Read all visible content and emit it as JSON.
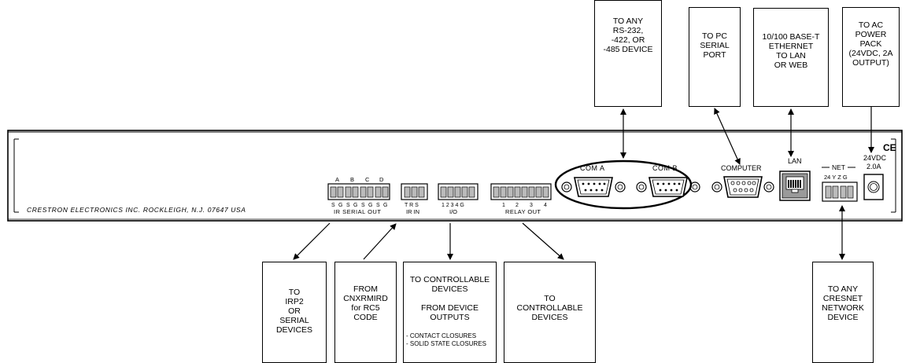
{
  "panel": {
    "manufacturer_label": "CRESTRON ELECTRONICS INC. ROCKLEIGH, N.J. 07647 USA",
    "ce_mark": "CE",
    "ir_serial_letters": [
      "A",
      "B",
      "C",
      "D"
    ],
    "ir_serial_pins": [
      "S",
      "G",
      "S",
      "G",
      "S",
      "G",
      "S",
      "G"
    ],
    "ir_serial_label": "IR SERIAL OUT",
    "ir_in_pins": "T R S",
    "ir_in_label": "IR IN",
    "io_pins": "1 2 3 4 G",
    "io_label": "I/O",
    "relay_pins": [
      "1",
      "2",
      "3",
      "4"
    ],
    "relay_label": "RELAY OUT",
    "com_a_label": "COM  A",
    "com_b_label": "COM  B",
    "computer_label": "COMPUTER",
    "lan_label": "LAN",
    "net_label": "NET",
    "net_pins": "24 Y Z G",
    "power_label_1": "24VDC",
    "power_label_2": "2.0A"
  },
  "callouts": {
    "com_devices": "TO ANY\nRS-232,\n-422, OR\n-485 DEVICE",
    "pc_serial": "TO PC\nSERIAL\nPORT",
    "ethernet": "10/100 BASE-T\nETHERNET\nTO LAN\nOR WEB",
    "ac_power": "TO AC\nPOWER\nPACK\n(24VDC, 2A\nOUTPUT)",
    "irp2": "TO\nIRP2\nOR\nSERIAL\nDEVICES",
    "cnxrmird": "FROM\nCNXRMIRD\nfor RC5\nCODE",
    "io_main": "TO CONTROLLABLE\nDEVICES\n\nFROM DEVICE\nOUTPUTS",
    "io_sub": "- CONTACT CLOSURES\n- SOLID STATE CLOSURES",
    "relay": "TO\nCONTROLLABLE\nDEVICES",
    "cresnet": "TO ANY\nCRESNET\nNETWORK\nDEVICE"
  }
}
